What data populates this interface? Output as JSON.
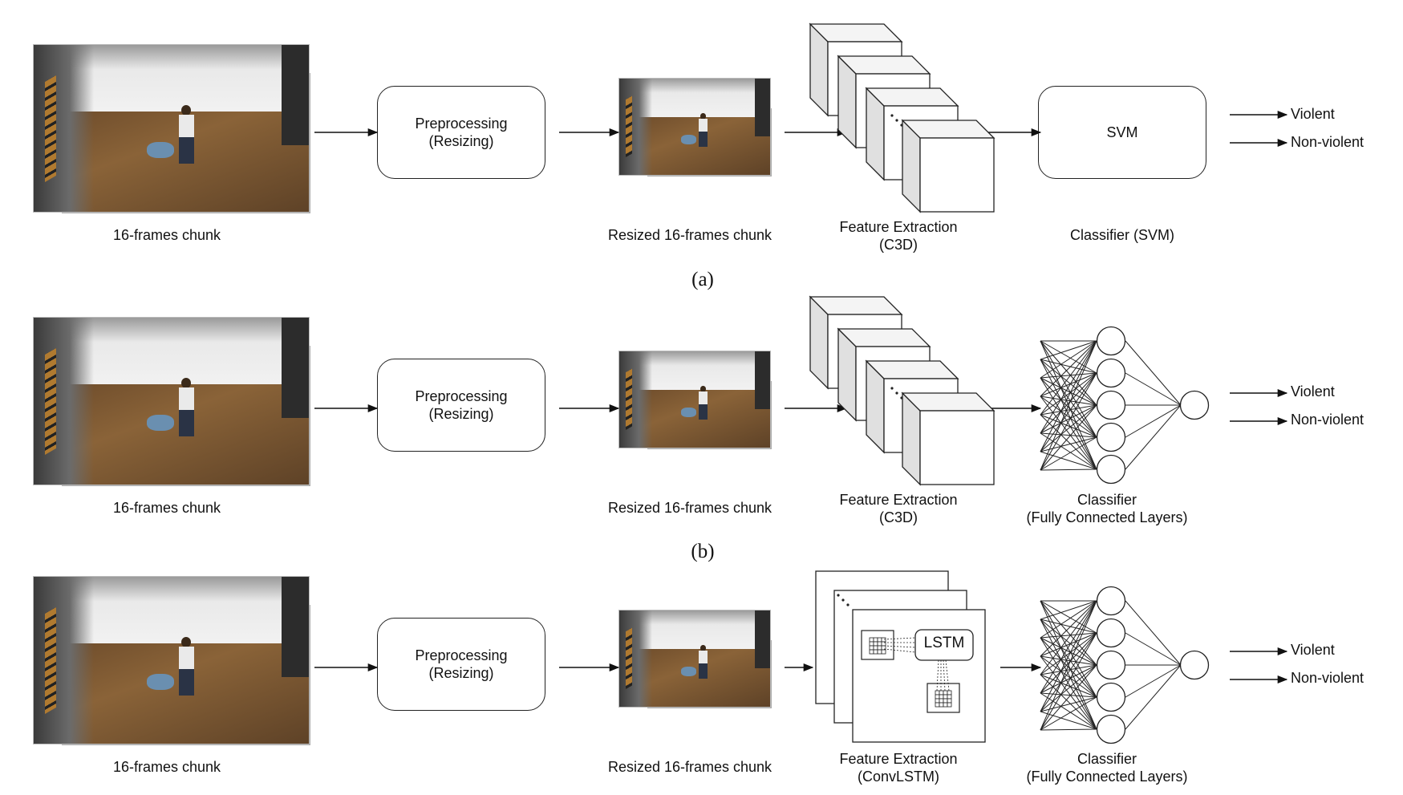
{
  "rows": [
    {
      "chunk_label": "16-frames chunk",
      "preprocess_line1": "Preprocessing",
      "preprocess_line2": "(Resizing)",
      "resized_label": "Resized 16-frames chunk",
      "feature_line1": "Feature Extraction",
      "feature_line2": "(C3D)",
      "classifier_line1": "Classifier (SVM)",
      "classifier_line2": "",
      "svm_text": "SVM",
      "out1": "Violent",
      "out2": "Non-violent",
      "caption": "(a)"
    },
    {
      "chunk_label": "16-frames chunk",
      "preprocess_line1": "Preprocessing",
      "preprocess_line2": "(Resizing)",
      "resized_label": "Resized 16-frames chunk",
      "feature_line1": "Feature Extraction",
      "feature_line2": "(C3D)",
      "classifier_line1": "Classifier",
      "classifier_line2": "(Fully Connected Layers)",
      "out1": "Violent",
      "out2": "Non-violent",
      "caption": "(b)"
    },
    {
      "chunk_label": "16-frames chunk",
      "preprocess_line1": "Preprocessing",
      "preprocess_line2": "(Resizing)",
      "resized_label": "Resized 16-frames chunk",
      "feature_line1": "Feature Extraction",
      "feature_line2": "(ConvLSTM)",
      "classifier_line1": "Classifier",
      "classifier_line2": "(Fully Connected Layers)",
      "lstm_text": "LSTM",
      "out1": "Violent",
      "out2": "Non-violent"
    }
  ]
}
